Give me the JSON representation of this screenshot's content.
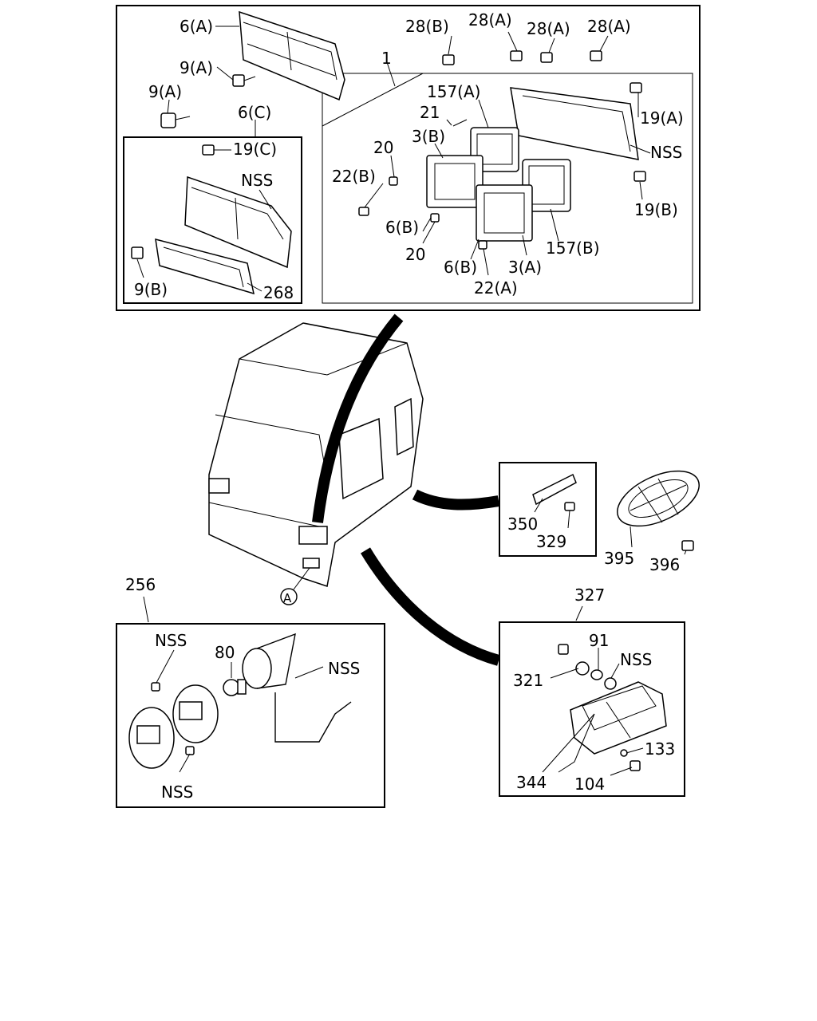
{
  "labels": {
    "l6a": "6(A)",
    "l9a1": "9(A)",
    "l9a2": "9(A)",
    "l6c": "6(C)",
    "l19c": "19(C)",
    "lnss1": "NSS",
    "l9b": "9(B)",
    "l268": "268",
    "l1": "1",
    "l28b": "28(B)",
    "l28a1": "28(A)",
    "l28a2": "28(A)",
    "l28a3": "28(A)",
    "l157a": "157(A)",
    "l19a": "19(A)",
    "l21": "21",
    "l3b": "3(B)",
    "l20a": "20",
    "lnss2": "NSS",
    "l22b": "22(B)",
    "l6b1": "6(B)",
    "l19b": "19(B)",
    "l20b": "20",
    "l157b": "157(B)",
    "l6b2": "6(B)",
    "l3a": "3(A)",
    "l22a": "22(A)",
    "l350": "350",
    "l329": "329",
    "l395": "395",
    "l396": "396",
    "l256": "256",
    "lnss3": "NSS",
    "l80": "80",
    "lnss4": "NSS",
    "lnss5": "NSS",
    "l327": "327",
    "l91": "91",
    "lnss6": "NSS",
    "l321": "321",
    "l133": "133",
    "l344": "344",
    "l104": "104",
    "lA": "A"
  }
}
